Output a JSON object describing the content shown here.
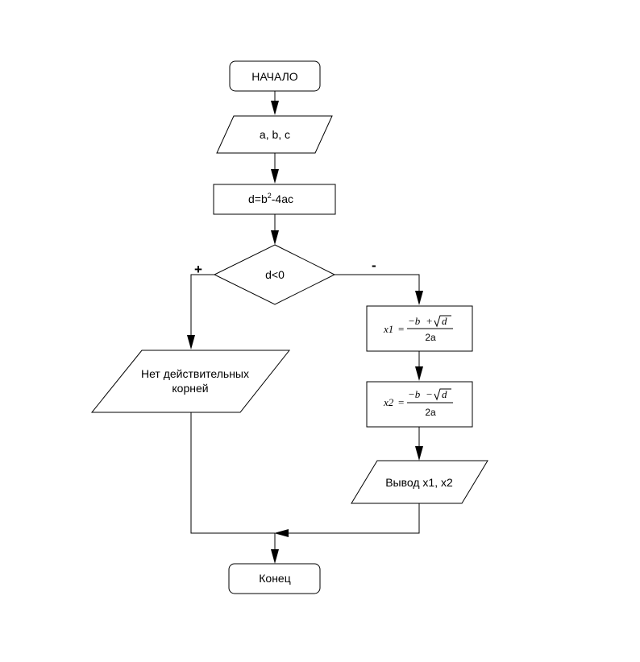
{
  "flowchart": {
    "start": {
      "label": "НАЧАЛО"
    },
    "input": {
      "label": "a, b, c"
    },
    "compute": {
      "label_main": "d=b",
      "label_sup": "2",
      "label_tail": "-4ac"
    },
    "condition": {
      "label": "d<0",
      "yes_label": "+",
      "no_label": "-"
    },
    "no_roots": {
      "line1": "Нет действительных",
      "line2": "корней"
    },
    "x1": {
      "var": "x1",
      "eq": "=",
      "numerator_left": "−b",
      "numerator_op": "+",
      "radicand": "d",
      "denominator": "2a"
    },
    "x2": {
      "var": "x2",
      "eq": "=",
      "numerator_left": "−b",
      "numerator_op": "−",
      "radicand": "d",
      "denominator": "2a"
    },
    "output": {
      "label": "Вывод x1, x2"
    },
    "end": {
      "label": "Конец"
    }
  }
}
